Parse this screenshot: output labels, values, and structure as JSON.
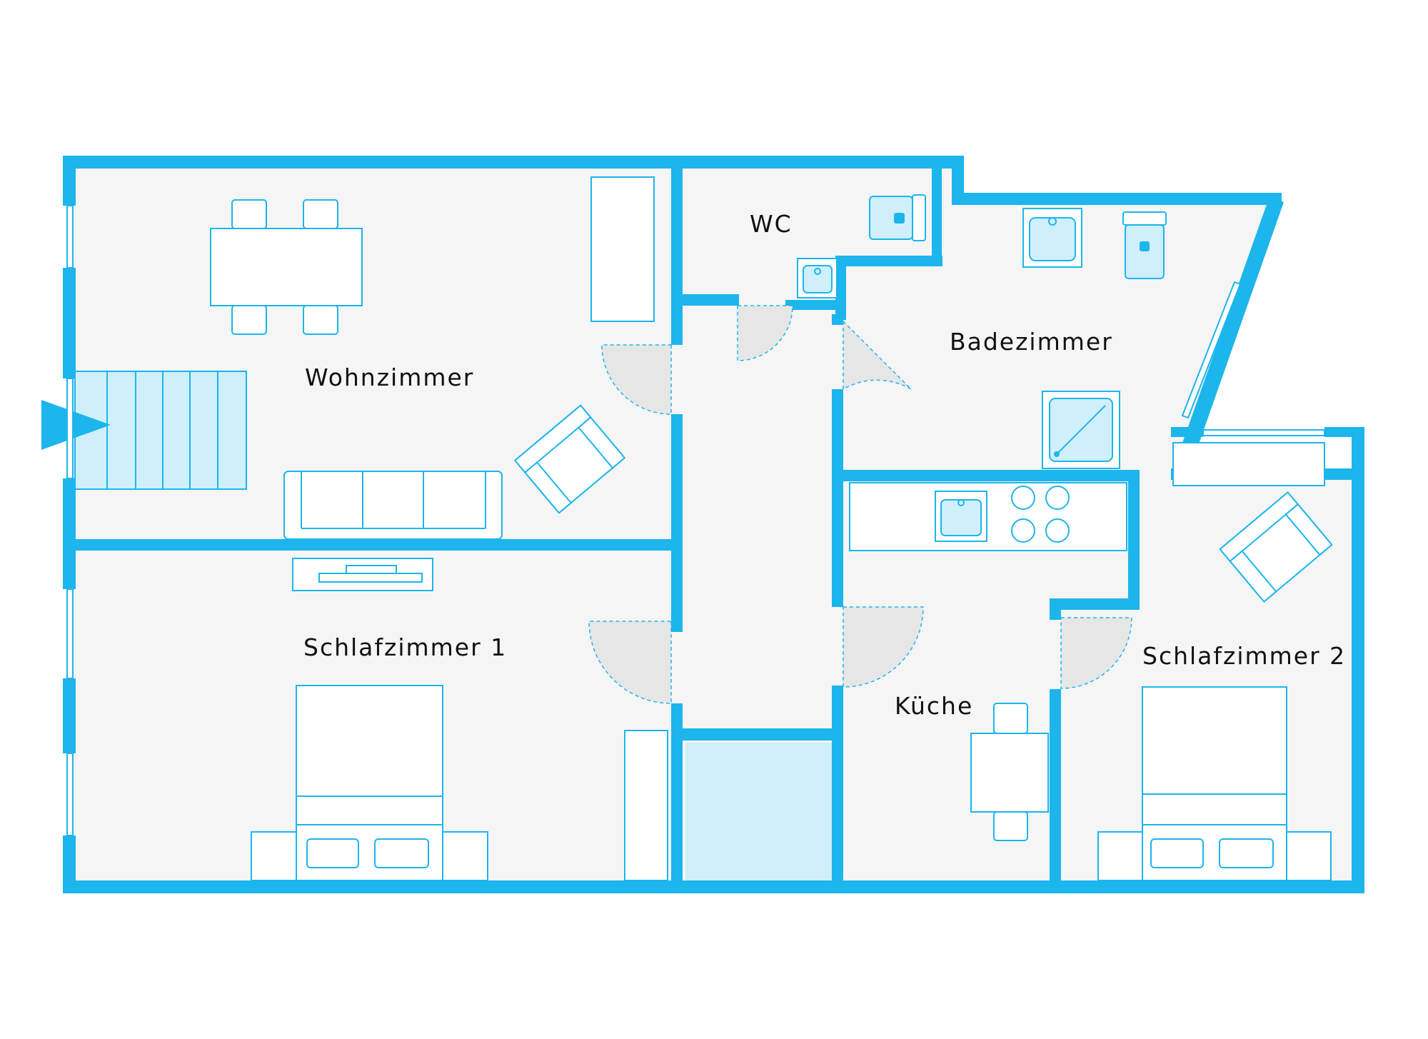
{
  "colors": {
    "wall": "#1cb5ec",
    "floor": "#f5f5f5",
    "door_swing": "#e6e6e6",
    "hall_light": "#cfeffb"
  },
  "rooms": {
    "wohnzimmer": "Wohnzimmer",
    "wc": "WC",
    "badezimmer": "Badezimmer",
    "schlafzimmer1": "Schlafzimmer 1",
    "kueche": "Küche",
    "schlafzimmer2": "Schlafzimmer 2"
  },
  "icons": {
    "entrance": "entrance-arrow-icon"
  }
}
